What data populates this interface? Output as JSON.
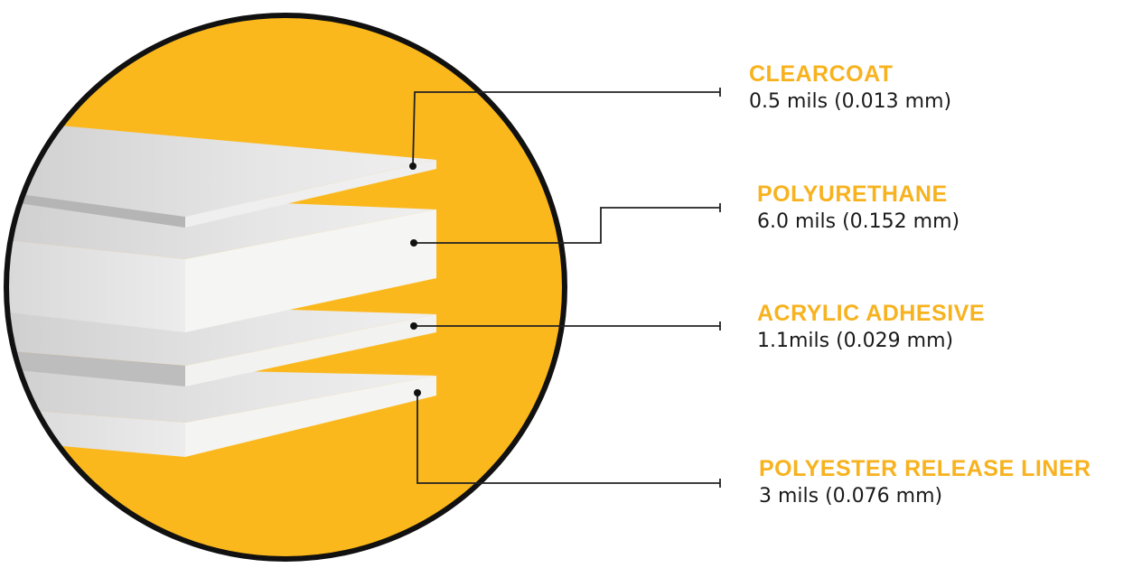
{
  "colors": {
    "accent": "#FBB81D",
    "outline": "#111111",
    "label": "#F7B21E",
    "layer_top": "#E4E4E4",
    "layer_front": "#F4F4F2",
    "layer_shadow": "#B5B5B5"
  },
  "layers": [
    {
      "name": "CLEARCOAT",
      "thickness": "0.5 mils (0.013 mm)"
    },
    {
      "name": "POLYURETHANE",
      "thickness": "6.0 mils (0.152 mm)"
    },
    {
      "name": "ACRYLIC ADHESIVE",
      "thickness": "1.1mils (0.029 mm)"
    },
    {
      "name": "POLYESTER RELEASE LINER",
      "thickness": "3 mils (0.076 mm)"
    }
  ]
}
